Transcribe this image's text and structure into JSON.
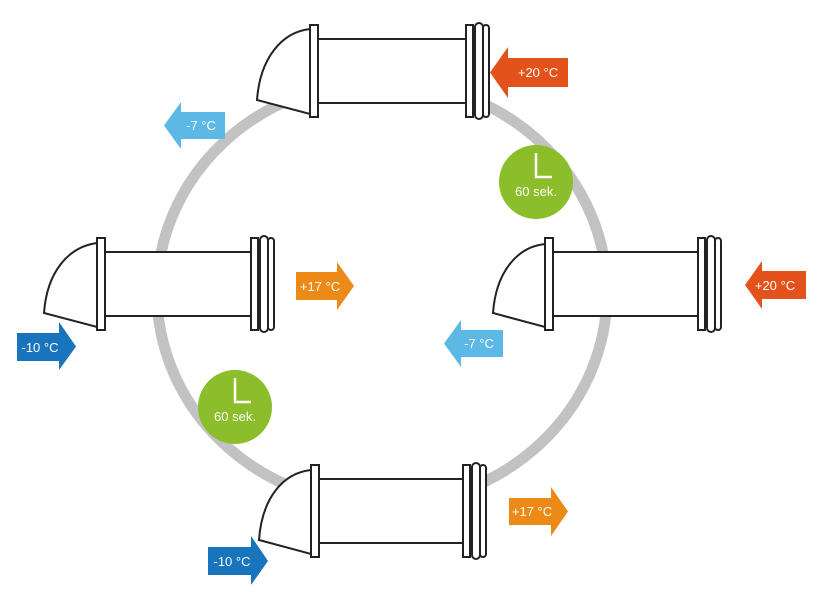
{
  "diagram": {
    "colors": {
      "ring": "#c2c2c2",
      "outline": "#222222",
      "timer": "#8cbd2a",
      "hot": "#e2521a",
      "warm": "#ec8a17",
      "cold": "#5cb9e6",
      "freezing": "#1774bd"
    },
    "units": [
      {
        "label_in": "+20 °C",
        "label_out": "-7 °C"
      },
      {
        "label_in": "+20 °C",
        "label_out": "-7 °C"
      },
      {
        "label_in": "-10 °C",
        "label_out": "+17 °C"
      },
      {
        "label_in": "-10 °C",
        "label_out": "+17 °C"
      }
    ],
    "timers": [
      {
        "value": "60 sek."
      },
      {
        "value": "60 sek."
      }
    ]
  }
}
